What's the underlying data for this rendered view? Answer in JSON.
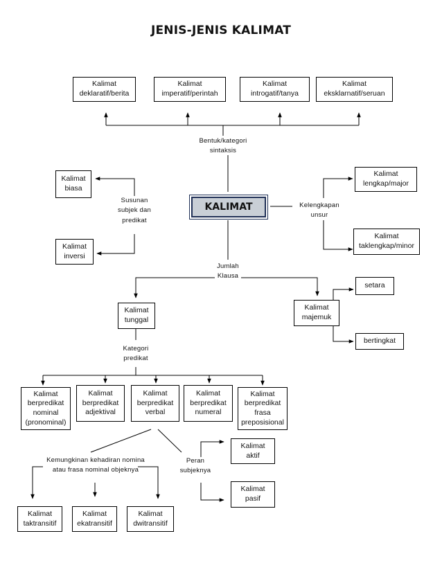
{
  "title": "JENIS-JENIS KALIMAT",
  "center": "KALIMAT",
  "bentuk": {
    "label": [
      "Bentuk/kategori",
      "sintaksis"
    ],
    "items": [
      [
        "Kalimat",
        "deklaratif/berita"
      ],
      [
        "Kalimat",
        "imperatif/perintah"
      ],
      [
        "Kalimat",
        "introgatif/tanya"
      ],
      [
        "Kalimat",
        "eksklarnatif/seruan"
      ]
    ]
  },
  "susunan": {
    "label": [
      "Susunan",
      "subjek dan",
      "predikat"
    ],
    "items": [
      [
        "Kalimat",
        "biasa"
      ],
      [
        "Kalimat",
        "inversi"
      ]
    ]
  },
  "kelengkapan": {
    "label": [
      "Kelengkapan",
      "unsur"
    ],
    "items": [
      [
        "Kalimat",
        "lengkap/major"
      ],
      [
        "Kalimat",
        "taklengkap/minor"
      ]
    ]
  },
  "jumlah": {
    "label": [
      "Jumlah",
      "Klausa"
    ],
    "tunggal": [
      "Kalimat",
      "tunggal"
    ],
    "majemuk": [
      "Kalimat",
      "majemuk"
    ],
    "majemuk_items": [
      "setara",
      "bertingkat"
    ]
  },
  "kategori_predikat": {
    "label": [
      "Kategori",
      "predikat"
    ],
    "items": [
      [
        "Kalimat",
        "berpredikat",
        "nominal",
        "(pronominal)"
      ],
      [
        "Kalimat",
        "berpredikat",
        "adjektival"
      ],
      [
        "Kalimat",
        "berpredikat",
        "verbal"
      ],
      [
        "Kalimat",
        "berpredikat",
        "numeral"
      ],
      [
        "Kalimat",
        "berpredikat",
        "frasa",
        "preposisional"
      ]
    ]
  },
  "objek": {
    "label": [
      "Kemungkinan kehadiran nomina",
      "atau frasa nominal objeknya"
    ],
    "items": [
      [
        "Kalimat",
        "taktransitif"
      ],
      [
        "Kalimat",
        "ekatransitif"
      ],
      [
        "Kalimat",
        "dwitransitif"
      ]
    ]
  },
  "peran": {
    "label": [
      "Peran",
      "subjeknya"
    ],
    "items": [
      [
        "Kalimat",
        "aktif"
      ],
      [
        "Kalimat",
        "pasif"
      ]
    ]
  }
}
